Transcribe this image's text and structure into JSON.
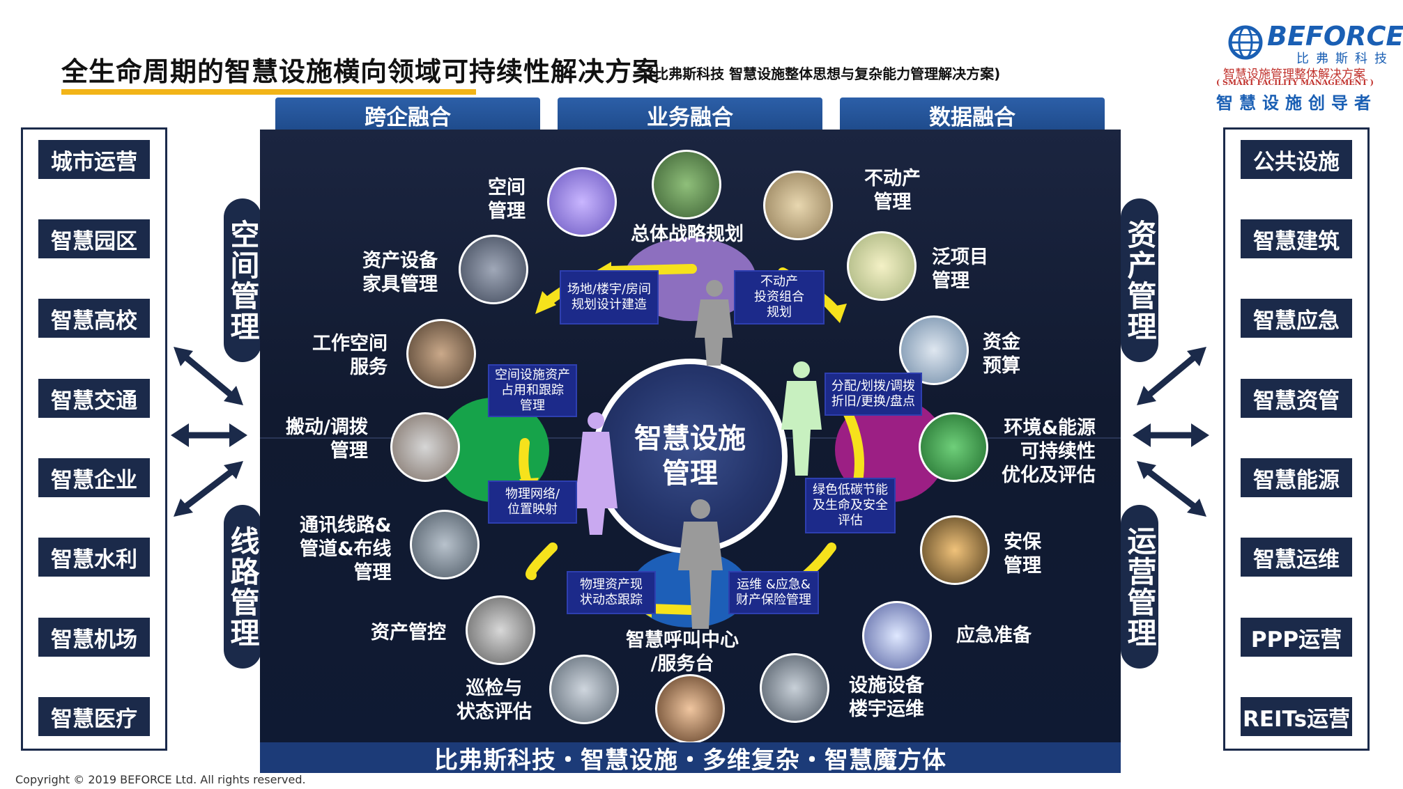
{
  "header": {
    "title": "全生命周期的智慧设施横向领域可持续性解决方案",
    "subtitle": "(比弗斯科技 智慧设施整体思想与复杂能力管理解决方案)"
  },
  "logo": {
    "brand": "BEFORCE",
    "company_cn": "比弗斯科技",
    "line1": "智慧设施管理整体解决方案",
    "line2": "( SMART FACILITY MANAGEMENT )",
    "slogan": "智慧设施创导者"
  },
  "tabs": [
    "跨企融合",
    "业务融合",
    "数据融合"
  ],
  "left_items": [
    "城市运营",
    "智慧园区",
    "智慧高校",
    "智慧交通",
    "智慧企业",
    "智慧水利",
    "智慧机场",
    "智慧医疗"
  ],
  "right_items": [
    "公共设施",
    "智慧建筑",
    "智慧应急",
    "智慧资管",
    "智慧能源",
    "智慧运维",
    "PPP运营",
    "REITs运营"
  ],
  "pills": {
    "space": "空间管理",
    "line": "线路管理",
    "asset": "资产管理",
    "ops": "运营管理"
  },
  "center": {
    "line1": "智慧设施",
    "line2": "管理"
  },
  "labels": {
    "space_mgmt": "空间\n管理",
    "strategy": "总体战略规划",
    "real_estate": "不动产\n管理",
    "asset_furniture": "资产设备\n家具管理",
    "pan_project": "泛项目\n管理",
    "workspace": "工作空间\n服务",
    "fund_budget": "资金\n预算",
    "move": "搬动/调拨\n管理",
    "env_energy": "环境&能源\n可持续性\n优化及评估",
    "telecom": "通讯线路&\n管道&布线\n管理",
    "security": "安保\n管理",
    "asset_control": "资产管控",
    "emergency": "应急准备",
    "call_center": "智慧呼叫中心\n/服务台",
    "inspection": "巡检与\n状态评估",
    "facility_ops": "设施设备\n楼宇运维"
  },
  "boxes": {
    "site_planning": "场地/楼宇/房间\n规划设计建造",
    "real_estate_portfolio": "不动产\n投资组合\n规划",
    "space_tracking": "空间设施资产\n占用和跟踪\n管理",
    "allocation": "分配/划拨/调拨\n折旧/更换/盘点",
    "network_mapping": "物理网络/\n位置映射",
    "green_eval": "绿色低碳节能\n及生命及安全\n评估",
    "asset_tracking": "物理资产现\n状动态跟踪",
    "ops_insurance": "运维 &应急&\n财产保险管理"
  },
  "footer_band": "比弗斯科技・智慧设施・多维复杂・智慧魔方体",
  "copyright": "Copyright © 2019 BEFORCE Ltd. All rights reserved.",
  "colors": {
    "navy": "#1b2a4a",
    "tab_blue": "#2c5fa8",
    "underline": "#f2b418",
    "arrow_yellow": "#f6e21c",
    "brand_blue": "#1a5fb4",
    "brand_red": "#c0302b"
  }
}
